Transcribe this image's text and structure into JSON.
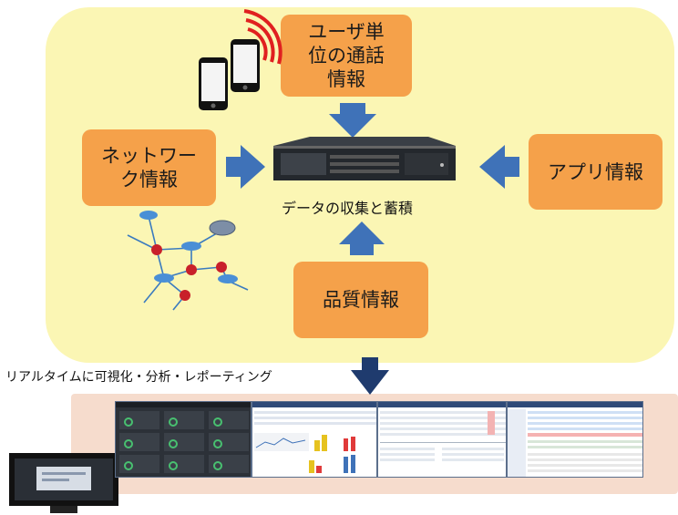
{
  "boxes": {
    "user_call": "ユーザ単\n位の通話\n情報",
    "network": "ネットワー\nク情報",
    "app": "アプリ情報",
    "quality": "品質情報"
  },
  "center_label": "データの収集と蓄積",
  "bottom_label": "リアルタイムに可視化・分析・レポーティング",
  "colors": {
    "box": "#f5a14a",
    "arrow": "#3f72b8",
    "panel_top": "#fbf6b4",
    "panel_bottom": "#f6dccd"
  },
  "icons": [
    "smartphones-icon",
    "server-icon",
    "network-topology-icon",
    "monitor-icon"
  ]
}
